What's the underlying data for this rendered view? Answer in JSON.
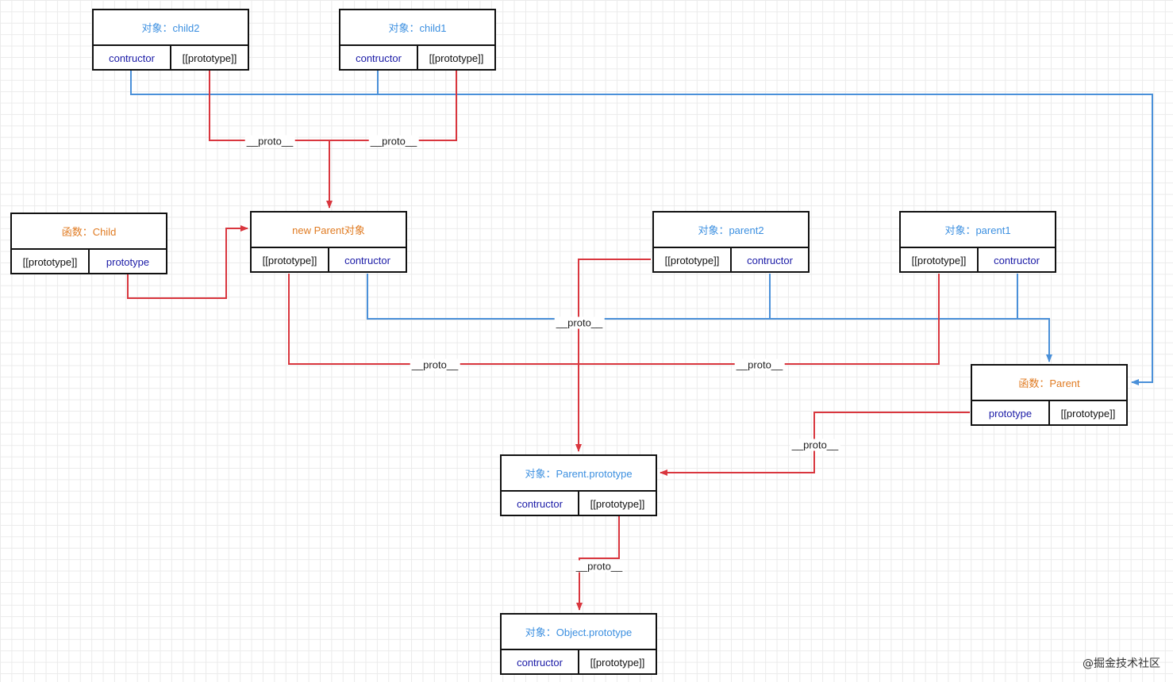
{
  "proto_label": "__proto__",
  "nodes": {
    "child2": {
      "title": "对象：child2",
      "left": "contructor",
      "right": "[[prototype]]"
    },
    "child1": {
      "title": "对象：child1",
      "left": "contructor",
      "right": "[[prototype]]"
    },
    "child_fn": {
      "title": "函数：Child",
      "left": "[[prototype]]",
      "right": "prototype"
    },
    "new_parent": {
      "title": "new Parent对象",
      "left": "[[prototype]]",
      "right": "contructor"
    },
    "parent2": {
      "title": "对象：parent2",
      "left": "[[prototype]]",
      "right": "contructor"
    },
    "parent1": {
      "title": "对象：parent1",
      "left": "[[prototype]]",
      "right": "contructor"
    },
    "parent_fn": {
      "title": "函数：Parent",
      "left": "prototype",
      "right": "[[prototype]]"
    },
    "parent_prototype": {
      "title": "对象：Parent.prototype",
      "left": "contructor",
      "right": "[[prototype]]"
    },
    "object_prototype": {
      "title": "对象：Object.prototype",
      "left": "contructor",
      "right": "[[prototype]]"
    }
  },
  "colors": {
    "proto_link": "#d9363e",
    "constructor_link": "#4a90d9",
    "object_title": "#3b8fe0",
    "function_title": "#e07b22"
  },
  "watermark": "@掘金技术社区"
}
